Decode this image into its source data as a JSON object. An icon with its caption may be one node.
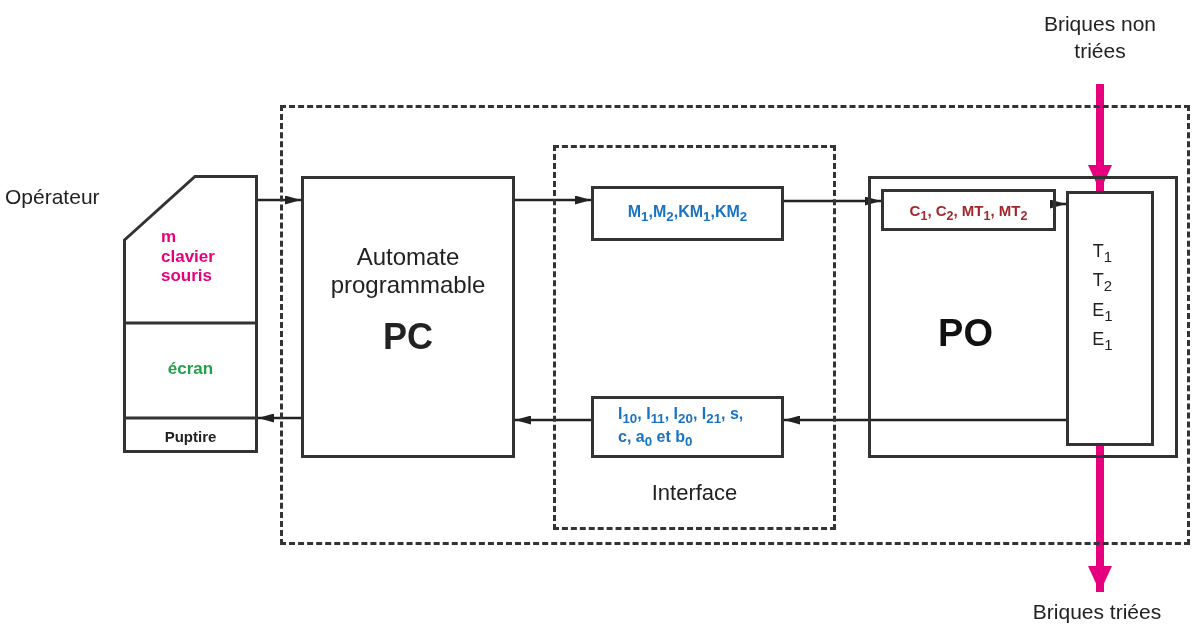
{
  "diagram": {
    "nodes": [
      {
        "text": [],
        "shape": "box"
      },
      {
        "text": [],
        "shape": "box",
        "beside": [
          "Opérateur"
        ]
      },
      {
        "text": [
          "m clavier souris"
        ],
        "in": 1
      },
      {
        "text": [
          "écran"
        ],
        "in": 1
      },
      {
        "text": [
          "Puptire"
        ],
        "in": 1
      },
      {
        "text": [
          "Automate programmable",
          "PC"
        ],
        "in": 0
      },
      {
        "text": [
          "Interface"
        ],
        "in": 0
      },
      {
        "text": [
          "M$_{1}$,M$_{2}$,KM$_{1}$,KM$_{2}$"
        ],
        "in": 6
      },
      {
        "text": [
          "I$_{10}$, I$_{11}$, I$_{20}$, I$_{21}$, s, c, a$_{0}$ et b$_{0}$"
        ],
        "in": 6
      },
      {
        "text": [
          "PO"
        ],
        "in": 0
      },
      {
        "text": [
          "C$_{1}$, C$_{2}$, MT$_{1}$, MT$_{2}$"
        ],
        "in": 9
      },
      {
        "text": [
          "T$_{1}$ T$_{2}$ E$_{1}$ E$_{1}$"
        ],
        "in": 9
      },
      {
        "text": [
          "Briques non triées"
        ]
      },
      {
        "text": [
          "Briques triées"
        ]
      }
    ],
    "edges": [
      {
        "from": 1,
        "to": 5,
        "arrow": "to"
      },
      {
        "from": 5,
        "to": 1,
        "arrow": "to"
      },
      {
        "from": 5,
        "to": 7,
        "arrow": "to"
      },
      {
        "from": 7,
        "to": 10,
        "arrow": "to"
      },
      {
        "from": 10,
        "to": 11,
        "arrow": "to"
      },
      {
        "from": 11,
        "to": 8,
        "arrow": "to"
      },
      {
        "from": 8,
        "to": 5,
        "arrow": "to"
      },
      {
        "from": 12,
        "to": 11,
        "arrow": "to",
        "style": "thick",
        "color": "#e6007e"
      },
      {
        "from": 11,
        "to": 13,
        "arrow": "to",
        "style": "thick",
        "color": "#e6007e"
      }
    ]
  }
}
